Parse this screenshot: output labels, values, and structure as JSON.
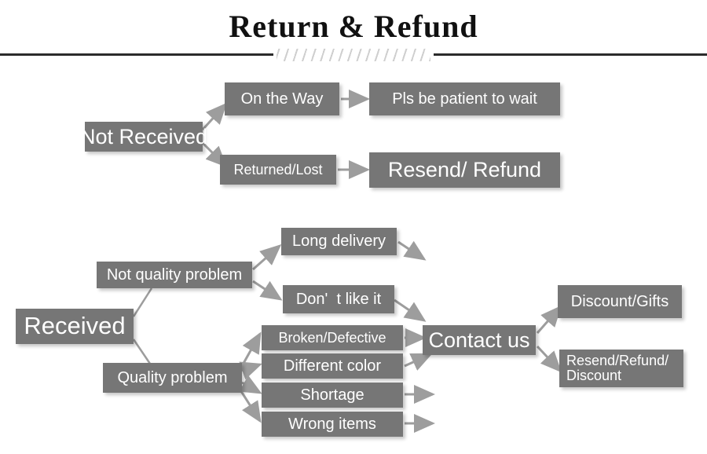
{
  "header": {
    "title": "Return & Refund",
    "divider_hatch": "diagonal-hatch"
  },
  "colors": {
    "box_fill": "#767676",
    "box_text": "#ffffff",
    "arrow": "#9d9d9d",
    "rule": "#2b2b2b",
    "hatch": "#cfcfcf",
    "background": "#ffffff"
  },
  "diagram": {
    "type": "flowchart",
    "branches": [
      {
        "root": "Not Received",
        "paths": [
          {
            "stage": "On the Way",
            "outcome": "Pls be patient to wait"
          },
          {
            "stage": "Returned/Lost",
            "outcome": "Resend/ Refund"
          }
        ]
      },
      {
        "root": "Received",
        "paths": [
          {
            "stage": "Not quality problem",
            "reasons": [
              "Long delivery",
              "Don'  t like it"
            ],
            "outcome": "Contact us"
          },
          {
            "stage": "Quality problem",
            "reasons": [
              "Broken/Defective",
              "Different color",
              "Shortage",
              "Wrong items"
            ],
            "outcome": "Contact us"
          }
        ],
        "resolutions": [
          "Discount/Gifts",
          "Resend/Refund/\nDiscount"
        ]
      }
    ]
  },
  "nodes": {
    "not_received": "Not Received",
    "on_the_way": "On the Way",
    "pls_be_patient": "Pls be patient to wait",
    "returned_lost": "Returned/Lost",
    "resend_refund": "Resend/ Refund",
    "received": "Received",
    "not_quality_problem": "Not quality problem",
    "quality_problem": "Quality problem",
    "long_delivery": "Long delivery",
    "dont_like_it": "Don'  t like it",
    "broken_defective": "Broken/Defective",
    "different_color": "Different color",
    "shortage": "Shortage",
    "wrong_items": "Wrong items",
    "contact_us": "Contact us",
    "discount_gifts": "Discount/Gifts",
    "resend_refund_discount": "Resend/Refund/\nDiscount"
  }
}
